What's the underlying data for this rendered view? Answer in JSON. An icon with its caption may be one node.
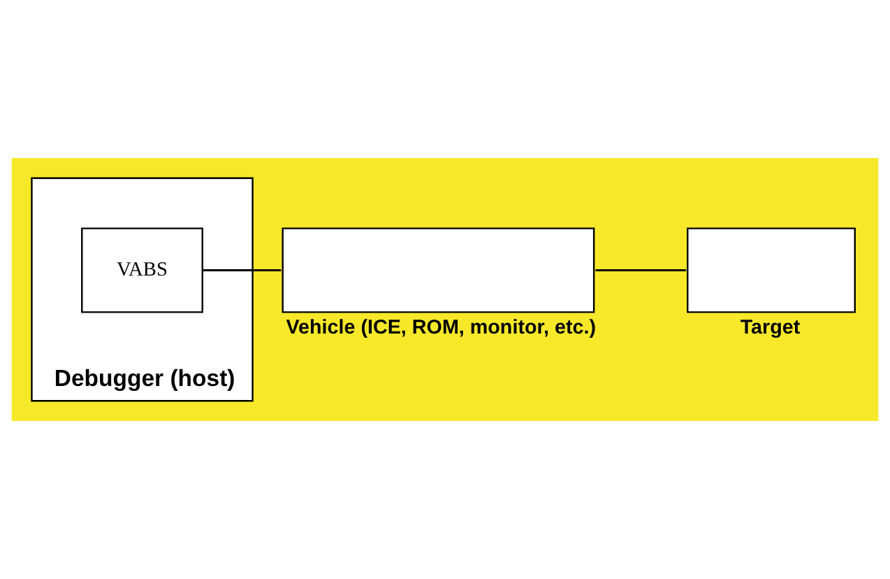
{
  "diagram": {
    "nodes": [
      {
        "text": [
          "Debugger (host)"
        ]
      },
      {
        "text": [
          "VABS"
        ],
        "in": 0
      },
      {
        "text": [
          "Vehicle (ICE, ROM, monitor, etc.)"
        ]
      },
      {
        "text": [
          "Target"
        ]
      }
    ],
    "edges": [
      {
        "from": 1,
        "to": 2,
        "arrow": "none"
      },
      {
        "from": 2,
        "to": 3,
        "arrow": "none"
      }
    ]
  }
}
